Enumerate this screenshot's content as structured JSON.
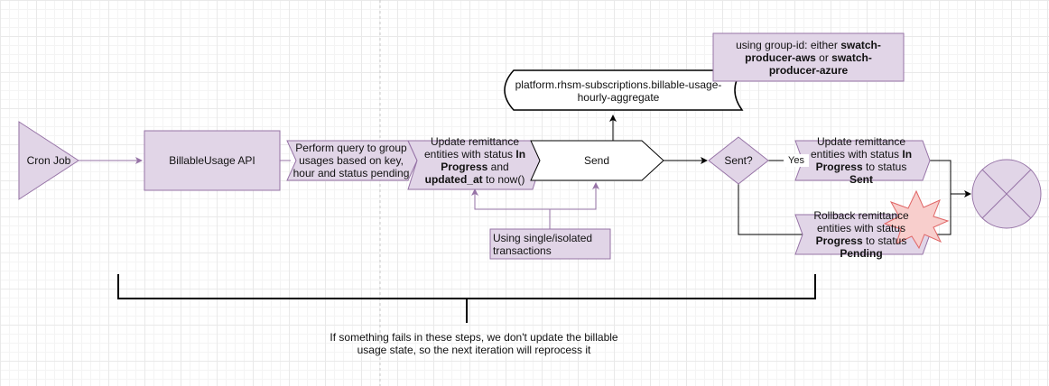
{
  "nodes": {
    "cron_job": "Cron Job",
    "billable_usage_api": "BillableUsage API",
    "perform_query": {
      "line1": "Perform query to group",
      "line2": "usages based on key,",
      "line3": "hour and status pending"
    },
    "update_in_progress": {
      "line1": "Update remittance",
      "line2a": "entities with status ",
      "line2b": "In",
      "line3a": "Progress",
      "line3b": " and",
      "line4a": "updated_at",
      "line4b": " to now()"
    },
    "send": "Send",
    "topic": {
      "line1": "platform.rhsm-subscriptions.billable-usage-",
      "line2": "hourly-aggregate"
    },
    "group_id_note": {
      "line1a": "using group-id: either ",
      "line1b": "swatch-",
      "line2a": "producer-aws",
      "line2b": " or ",
      "line2c": "swatch-",
      "line3": "producer-azure"
    },
    "sent_decision": "Sent?",
    "yes_label": "Yes",
    "update_sent": {
      "line1": "Update remittance",
      "line2a": "entities with status ",
      "line2b": "In",
      "line3a": "Progress",
      "line3b": " to status",
      "line4": "Sent"
    },
    "rollback": {
      "line1": "Rollback remittance",
      "line2": "entities with status",
      "line3a": "Progress",
      "line3b": " to status",
      "line4": "Pending"
    },
    "transactions_note": {
      "line1": "Using single/isolated",
      "line2": "transactions"
    },
    "failure_note": {
      "line1": "If something fails in these steps, we don't update the billable",
      "line2": "usage state, so the next iteration will reprocess it"
    }
  },
  "colors": {
    "purple_fill": "#e1d5e7",
    "purple_stroke": "#9673a6",
    "error_fill": "#f8cecc",
    "error_stroke": "#e06666",
    "line": "#000000"
  },
  "icons": {
    "error_burst": "explosion-icon",
    "end_state": "crossed-circle-icon"
  }
}
